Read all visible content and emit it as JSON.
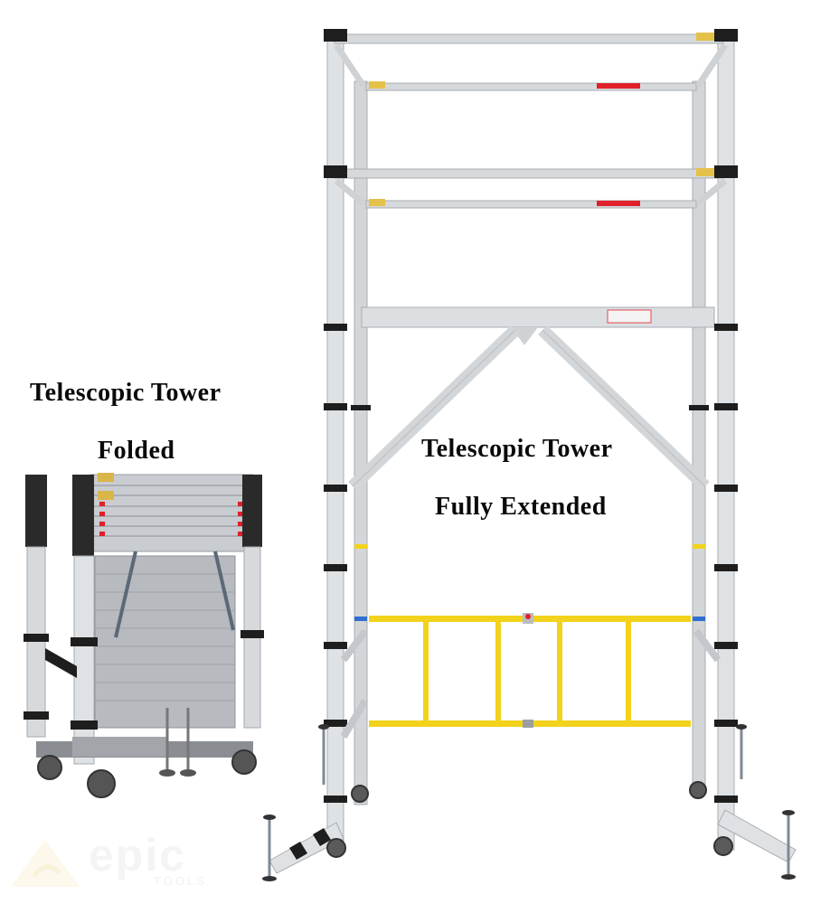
{
  "image": {
    "background": "#ffffff",
    "description": "Product photo comparing a telescopic scaffold tower folded and fully extended"
  },
  "captions": {
    "folded": {
      "line1": "Telescopic Tower",
      "line2": "Folded"
    },
    "extended": {
      "line1": "Telescopic Tower",
      "line2": "Fully Extended"
    }
  },
  "watermark": {
    "brand": "epic",
    "sub": "TOOLS"
  },
  "colors": {
    "aluminium": "#d6d9dc",
    "aluminium_shade": "#a9adb1",
    "black_clamp": "#1e1e1e",
    "yellow_guard": "#f2d21b",
    "red_label": "#e0202a",
    "warning_stripe": "#f2d21b"
  }
}
